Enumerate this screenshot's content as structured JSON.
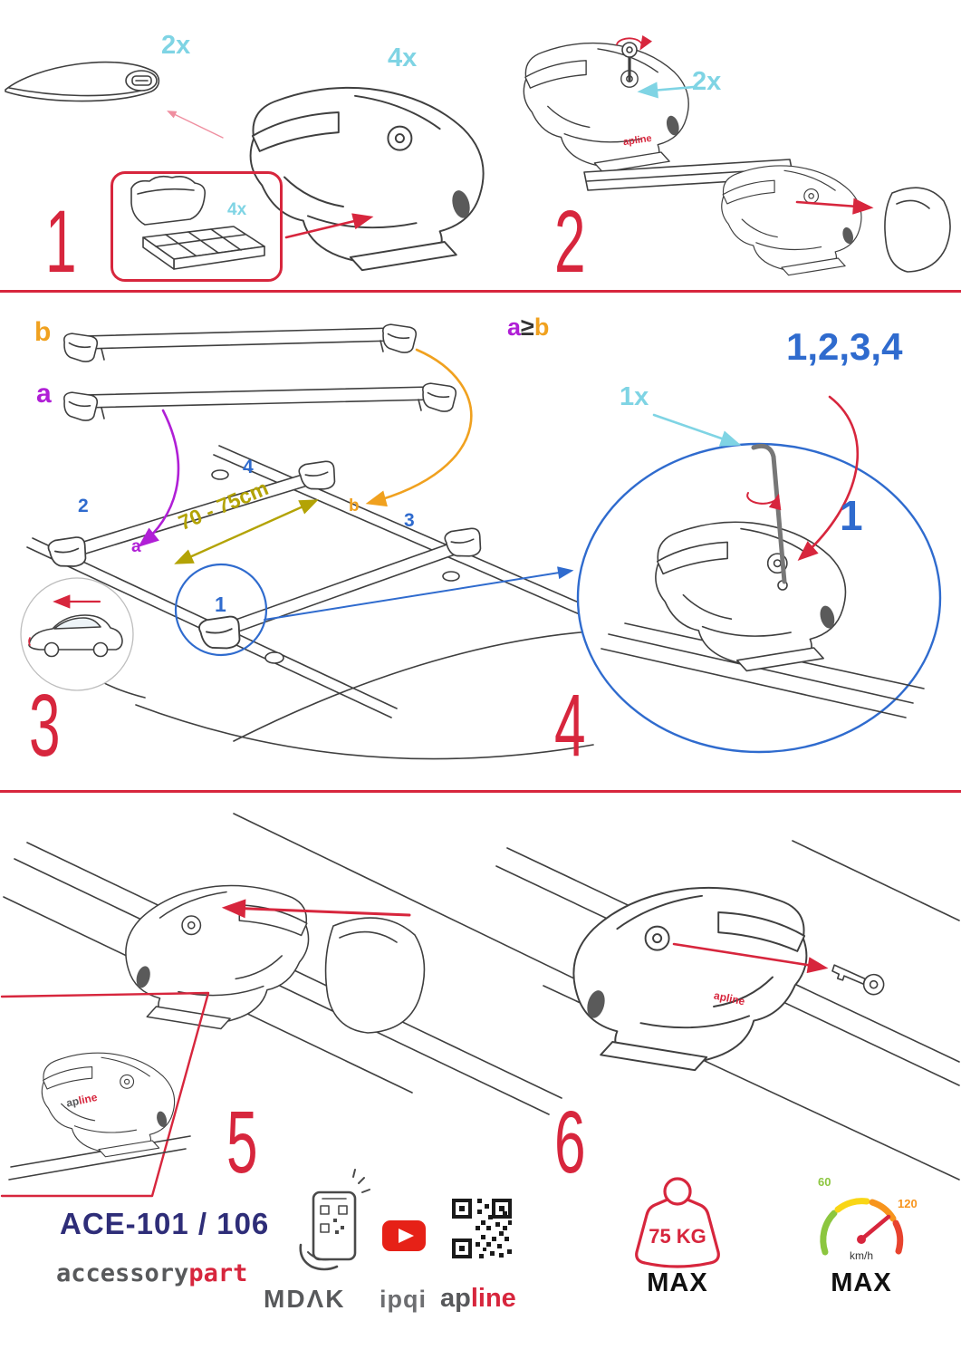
{
  "colors": {
    "red": "#d7263d",
    "cyan": "#7fd4e4",
    "blue": "#2f6bce",
    "purple": "#b01fd6",
    "orange": "#f0a11f",
    "olive": "#b3a305",
    "navy": "#2e2d78",
    "gray": "#58595b",
    "green": "#8cc63f",
    "speed_orange": "#f7941d"
  },
  "step1": {
    "num": "1",
    "bar_qty": "2x",
    "foot_qty": "4x",
    "pad_qty": "4x"
  },
  "step2": {
    "num": "2",
    "lock_qty": "2x",
    "foot_logo": "apline"
  },
  "step3": {
    "num": "3",
    "bar_b": "b",
    "bar_a": "a",
    "rule_a": "a",
    "rule_op": "≥",
    "rule_b": "b",
    "distance": "70 - 75cm",
    "pos1": "1",
    "pos2": "2",
    "pos3": "3",
    "pos4": "4",
    "roof_a": "a",
    "roof_b": "b"
  },
  "step4": {
    "num": "4",
    "key_qty": "1x",
    "order": "1,2,3,4",
    "order_first": "1"
  },
  "step5": {
    "num": "5",
    "foot_logo_ap": "ap",
    "foot_logo_line": "line"
  },
  "step6": {
    "num": "6",
    "foot_logo": "apline"
  },
  "footer": {
    "model": "ACE-101 / 106",
    "brand_gray": "accessory",
    "brand_red": "part",
    "app_label": "MDΛK",
    "cert_label": "ipqi",
    "apline_gray": "ap",
    "apline_red": "line",
    "weight_value": "75 KG",
    "weight_max": "MAX",
    "speed_min": "60",
    "speed_max_value": "120",
    "speed_unit": "km/h",
    "speed_max": "MAX"
  }
}
